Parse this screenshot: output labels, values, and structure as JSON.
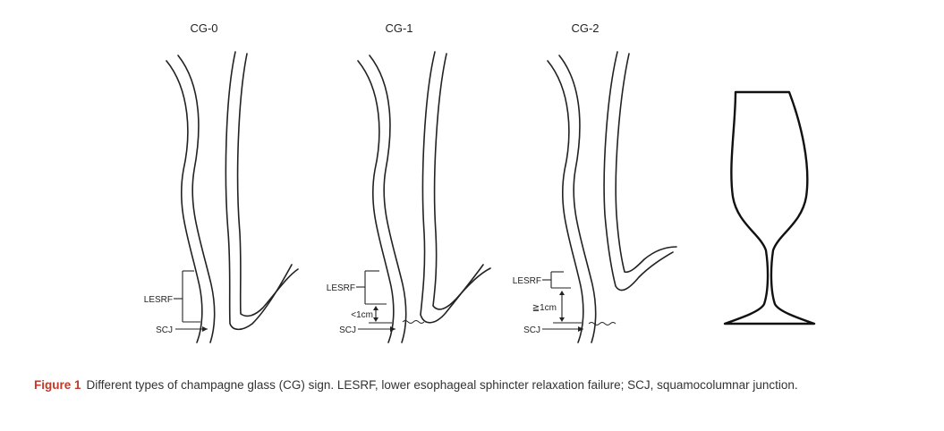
{
  "panels": [
    {
      "title": "CG-0",
      "lesrf": "LESRF",
      "scj": "SCJ",
      "gap": ""
    },
    {
      "title": "CG-1",
      "lesrf": "LESRF",
      "scj": "SCJ",
      "gap": "<1cm"
    },
    {
      "title": "CG-2",
      "lesrf": "LESRF",
      "scj": "SCJ",
      "gap": "≧1cm"
    }
  ],
  "caption": {
    "label": "Figure 1",
    "text": "Different types of champagne glass (CG) sign. LESRF, lower esophageal sphincter relaxation failure; SCJ, squamocolumnar junction."
  }
}
